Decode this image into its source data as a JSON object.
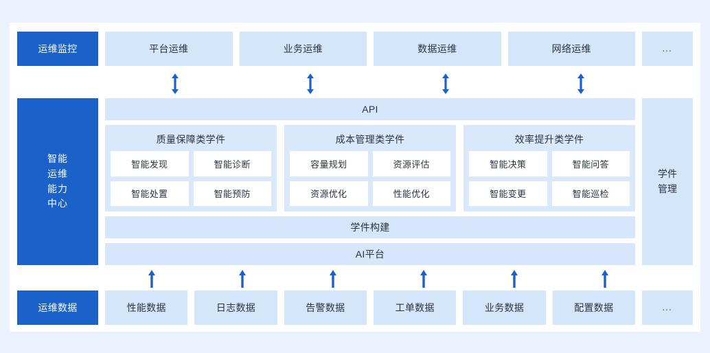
{
  "colors": {
    "accent": "#1a62c9",
    "light_blue": "#d4e6fa",
    "group_blue": "#d9e9fb",
    "band_blue": "#d6e7fb",
    "page_bg": "#eaf2fd",
    "panel_bg": "#ffffff",
    "text": "#2b3442"
  },
  "top_row": {
    "label": "运维监控",
    "items": [
      {
        "label": "平台运维"
      },
      {
        "label": "业务运维"
      },
      {
        "label": "数据运维"
      },
      {
        "label": "网络运维"
      }
    ],
    "more": "…"
  },
  "connectors": {
    "top_arrow_icon": "double-arrow-vertical-icon",
    "top_arrow_count": 4,
    "bottom_arrow_icon": "arrow-up-icon",
    "bottom_arrow_count": 6
  },
  "core": {
    "left_label": {
      "lines": [
        "智能",
        "运维",
        "能力",
        "中心"
      ],
      "text": "智能运维能力中心"
    },
    "api_band": "API",
    "groups": [
      {
        "title": "质量保障类学件",
        "chips": [
          "智能发现",
          "智能诊断",
          "智能处置",
          "智能预防"
        ]
      },
      {
        "title": "成本管理类学件",
        "chips": [
          "容量规划",
          "资源评估",
          "资源优化",
          "性能优化"
        ]
      },
      {
        "title": "效率提升类学件",
        "chips": [
          "智能决策",
          "智能问答",
          "智能变更",
          "智能巡检"
        ]
      }
    ],
    "build_band": "学件构建",
    "platform_band": "AI平台",
    "right_label": {
      "lines": [
        "学件",
        "管理"
      ],
      "text": "学件管理"
    }
  },
  "bottom_row": {
    "label": "运维数据",
    "items": [
      {
        "label": "性能数据"
      },
      {
        "label": "日志数据"
      },
      {
        "label": "告警数据"
      },
      {
        "label": "工单数据"
      },
      {
        "label": "业务数据"
      },
      {
        "label": "配置数据"
      }
    ],
    "more": "…"
  }
}
